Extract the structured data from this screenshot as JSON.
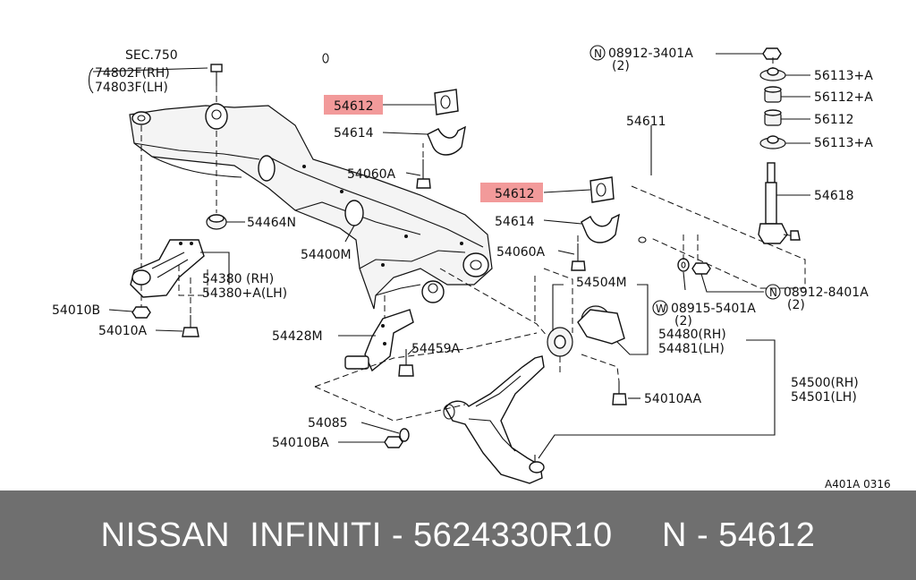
{
  "callouts": {
    "sec750": "SEC.750",
    "l74802f": "74802F(RH)",
    "l74803f": "74803F(LH)",
    "p54612a": "54612",
    "p54614a": "54614",
    "p54060aa": "54060A",
    "p54612b": "54612",
    "p54614b": "54614",
    "p54060ab": "54060A",
    "p54611": "54611",
    "p08912_3401a": "08912-3401A",
    "q2a": "(2)",
    "p56113a1": "56113+A",
    "p56112a": "56112+A",
    "p56112": "56112",
    "p56113a2": "56113+A",
    "p54618": "54618",
    "p54464n": "54464N",
    "p54400m": "54400M",
    "p54380rh": "54380  (RH)",
    "p54380lh": "54380+A(LH)",
    "p54010b": "54010B",
    "p54010a": "54010A",
    "p54504m": "54504M",
    "p08915_5401a": "08915-5401A",
    "q2b": "(2)",
    "p08912_8401a": "08912-8401A",
    "q2c": "(2)",
    "p54428m": "54428M",
    "p54459a": "54459A",
    "p54480rh": "54480(RH)",
    "p54481lh": "54481(LH)",
    "p54010aa": "54010AA",
    "p54500rh": "54500(RH)",
    "p54501lh": "54501(LH)",
    "p54085": "54085",
    "p54010ba": "54010BA",
    "code": "A401A 0316"
  },
  "badges": {
    "n": "N",
    "w": "W"
  },
  "highlight_color": "#f29a9a",
  "banner": {
    "text": "NISSAN  INFINITI - 5624330R10     N - 54612",
    "background": "#6f6f6f"
  }
}
